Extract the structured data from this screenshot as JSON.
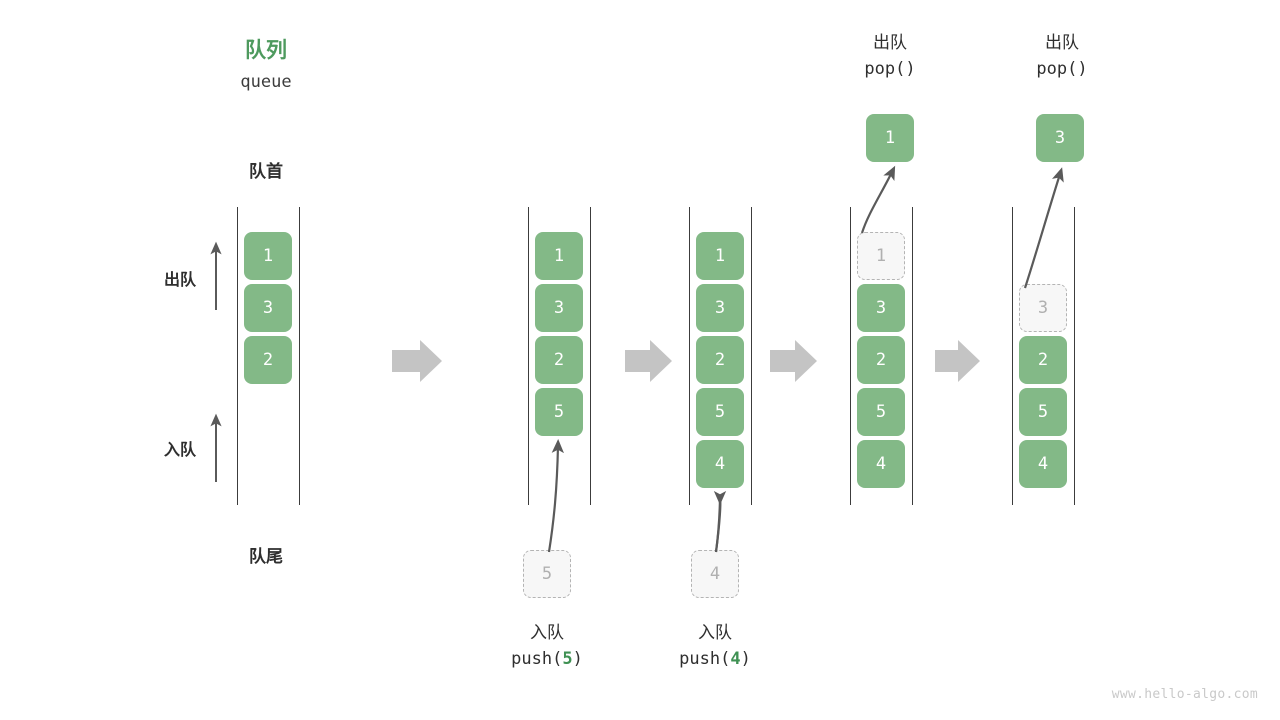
{
  "diagram": {
    "title_cn": "队列",
    "title_en": "queue",
    "front_label": "队首",
    "rear_label": "队尾",
    "dequeue_side_label": "出队",
    "enqueue_side_label": "入队",
    "watermark": "www.hello-algo.com",
    "colors": {
      "accent_green": "#83b987",
      "title_green": "#4e9a5e",
      "ghost_fill": "#f7f7f7",
      "ghost_border": "#b4b4b4",
      "ghost_text": "#b0b0b0",
      "rail": "#3c3c3c",
      "arrow_gray": "#c4c4c4",
      "text_dark": "#2f2f2f",
      "watermark": "#c9c9c9"
    },
    "steps": [
      {
        "id": "initial",
        "caption_cn": "",
        "caption_code": "",
        "items": [
          "1",
          "3",
          "2"
        ],
        "ghost_index": -1,
        "empty_top_slots": 0,
        "result": null,
        "result_label_cn": "",
        "result_label_code": "",
        "incoming": null
      },
      {
        "id": "push-5",
        "caption_cn": "入队",
        "caption_code": "push(5)",
        "caption_code_prefix": "push(",
        "caption_code_num": "5",
        "caption_code_suffix": ")",
        "items": [
          "1",
          "3",
          "2",
          "5"
        ],
        "ghost_index": -1,
        "empty_top_slots": 0,
        "result": null,
        "incoming": "5"
      },
      {
        "id": "push-4",
        "caption_cn": "入队",
        "caption_code": "push(4)",
        "caption_code_prefix": "push(",
        "caption_code_num": "4",
        "caption_code_suffix": ")",
        "items": [
          "1",
          "3",
          "2",
          "5",
          "4"
        ],
        "ghost_index": -1,
        "empty_top_slots": 0,
        "result": null,
        "incoming": "4"
      },
      {
        "id": "pop-1",
        "label_cn": "出队",
        "label_code": "pop()",
        "items": [
          "1",
          "3",
          "2",
          "5",
          "4"
        ],
        "ghost_index": 0,
        "empty_top_slots": 0,
        "result": "1",
        "incoming": null
      },
      {
        "id": "pop-3",
        "label_cn": "出队",
        "label_code": "pop()",
        "items": [
          "3",
          "2",
          "5",
          "4"
        ],
        "ghost_index": 0,
        "empty_top_slots": 1,
        "result": "3",
        "incoming": null
      }
    ],
    "flow_arrows": 4
  }
}
